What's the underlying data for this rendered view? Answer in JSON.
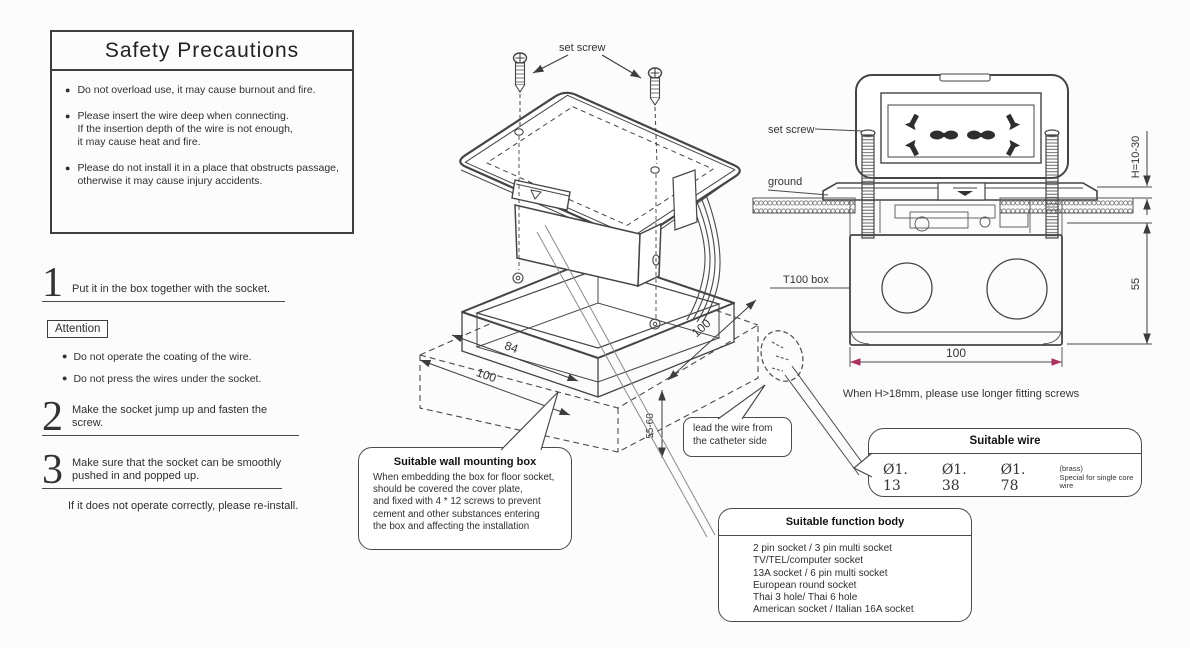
{
  "safety": {
    "title": "Safety Precautions",
    "bullets": [
      "Do not overload use,  it may cause burnout and fire.",
      "Please insert the wire deep when connecting.\nIf the insertion depth of the wire is not enough,\nit may cause heat and fire.",
      "Please do not install it in a place that obstructs passage,\notherwise it may cause injury accidents."
    ]
  },
  "steps": {
    "s1_num": "1",
    "s1_text": "Put it in the box together with the socket.",
    "attention_label": "Attention",
    "attention_bullets": [
      "Do not operate the coating of the wire.",
      "Do not press the wires under the socket."
    ],
    "s2_num": "2",
    "s2_text": "Make the socket jump up and fasten the screw.",
    "s3_num": "3",
    "s3_text": "Make sure that the socket can be smoothly\npushed in and popped up.",
    "s3_note": "If it does not operate correctly, please re-install."
  },
  "center_diagram": {
    "set_screw_label": "set screw",
    "dim_inner_width": "84",
    "dim_outer_width": "100",
    "dim_depth": "100",
    "dim_height": "55-60",
    "lead_wire_text": "lead the wire from\nthe catheter side"
  },
  "side_view": {
    "set_screw_label": "set screw",
    "ground_label": "ground",
    "box_label": "T100 box",
    "dim_h": "H=10-30",
    "dim_box_height": "55",
    "dim_box_width": "100",
    "note": "When H>18mm, please use longer fitting screws"
  },
  "callouts": {
    "wall_title": "Suitable wall mounting box",
    "wall_body": "When embedding the box for floor socket,\nshould be covered the cover plate,\nand fixed with 4 * 12 screws  to prevent\ncement and other substances entering\n the box and affecting the installation",
    "func_title": "Suitable function body",
    "func_lines": [
      "2 pin socket  /  3 pin multi socket",
      "TV/TEL/computer socket",
      "13A socket / 6 pin multi socket",
      "European round socket",
      "Thai 3 hole/  Thai 6 hole",
      "American socket / Italian 16A socket"
    ],
    "wire_title": "Suitable wire",
    "wire_sizes": [
      "Ø1. 13",
      "Ø1. 38",
      "Ø1. 78"
    ],
    "wire_note": "(brass)\nSpecial for single core wire"
  },
  "colors": {
    "ink": "#3d3d3d",
    "dim_accent": "#a8325f"
  }
}
